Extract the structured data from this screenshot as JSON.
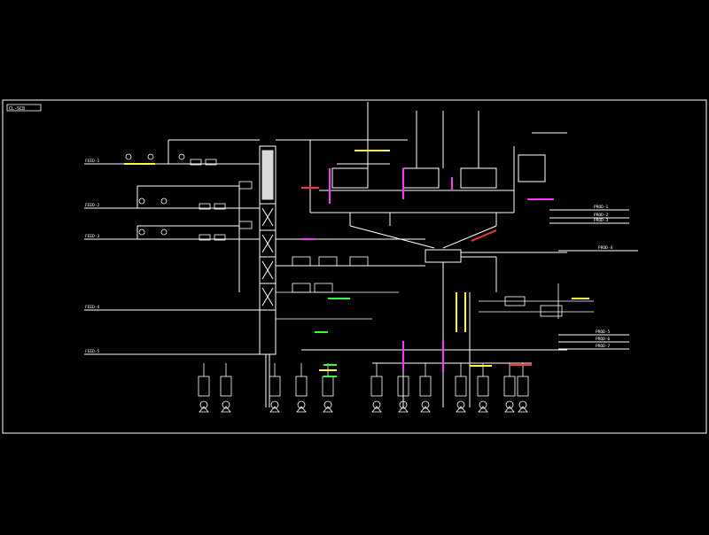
{
  "drawing": {
    "title_block_label": "CL-SC8",
    "background_color": "#000000",
    "line_color": "#ffffff",
    "accent_colors": {
      "magenta": "#ff33ff",
      "yellow": "#ffff33",
      "green": "#33ff33",
      "red": "#ff3333"
    }
  },
  "labels": {
    "feed_1": "FEED-1",
    "feed_2": "FEED-2",
    "feed_3": "FEED-3",
    "feed_4": "FEED-4",
    "feed_5": "FEED-5",
    "right_1": "PROD-1",
    "right_2": "PROD-2",
    "right_3": "PROD-3",
    "right_4": "PROD-4",
    "right_5": "PROD-5",
    "right_6": "PROD-6",
    "right_7": "PROD-7"
  }
}
